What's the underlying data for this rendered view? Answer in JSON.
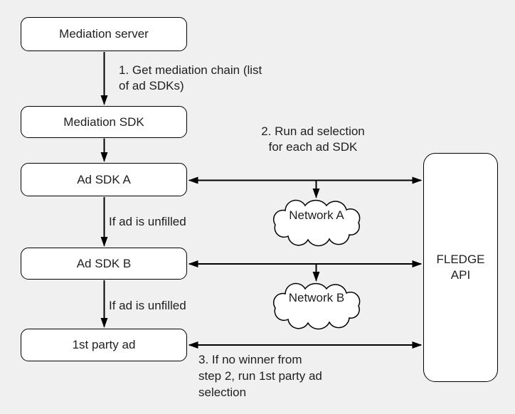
{
  "colors": {
    "background": "#f0f0f0",
    "node_fill": "#ffffff",
    "stroke": "#000000",
    "text": "#1f1f1f"
  },
  "nodes": {
    "mediation_server": {
      "label": "Mediation server"
    },
    "mediation_sdk": {
      "label": "Mediation SDK"
    },
    "ad_sdk_a": {
      "label": "Ad SDK A"
    },
    "ad_sdk_b": {
      "label": "Ad SDK B"
    },
    "first_party_ad": {
      "label": "1st party ad"
    },
    "fledge_api": {
      "line1": "FLEDGE",
      "line2": "API"
    }
  },
  "clouds": {
    "network_a": {
      "line1": "Network",
      "line2": "A"
    },
    "network_b": {
      "line1": "Network",
      "line2": "B"
    }
  },
  "annotations": {
    "step1": {
      "line1": "1. Get mediation chain (list",
      "line2": "of ad SDKs)"
    },
    "step2": {
      "line1": "2. Run ad selection",
      "line2": "for each ad SDK"
    },
    "unfilled_a": {
      "label": "If ad is unfilled"
    },
    "unfilled_b": {
      "label": "If ad is unfilled"
    },
    "step3": {
      "line1": "3. If no winner from",
      "line2": "step 2, run 1st party ad",
      "line3": "selection"
    }
  }
}
